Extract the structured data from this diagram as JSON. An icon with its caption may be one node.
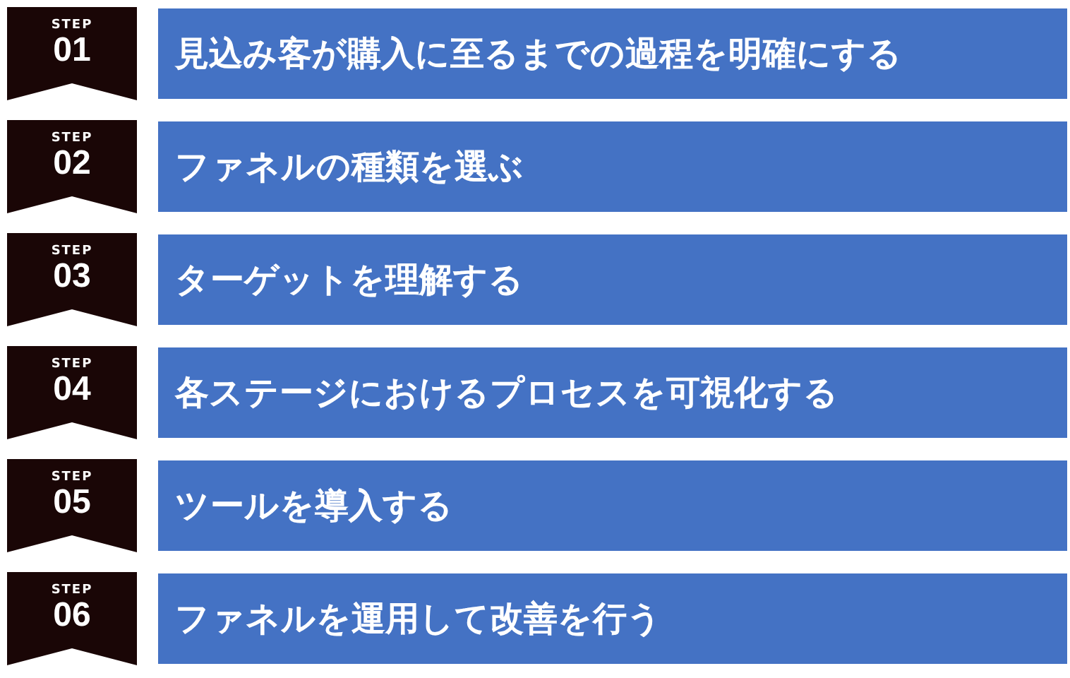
{
  "diagram": {
    "nodes": [
      {
        "text": [
          "STEP",
          "01"
        ]
      },
      {
        "text": [
          "見込み客が購入に至るまでの過程を明確にする"
        ]
      },
      {
        "text": [
          "STEP",
          "02"
        ]
      },
      {
        "text": [
          "ファネルの種類を選ぶ"
        ]
      },
      {
        "text": [
          "STEP",
          "03"
        ]
      },
      {
        "text": [
          "ターゲットを理解する"
        ]
      },
      {
        "text": [
          "STEP",
          "04"
        ]
      },
      {
        "text": [
          "各ステージにおけるプロセスを可視化する"
        ]
      },
      {
        "text": [
          "STEP",
          "05"
        ]
      },
      {
        "text": [
          "ツールを導入する"
        ]
      },
      {
        "text": [
          "STEP",
          "06"
        ]
      },
      {
        "text": [
          "ファネルを運用して改善を行う"
        ]
      }
    ]
  }
}
